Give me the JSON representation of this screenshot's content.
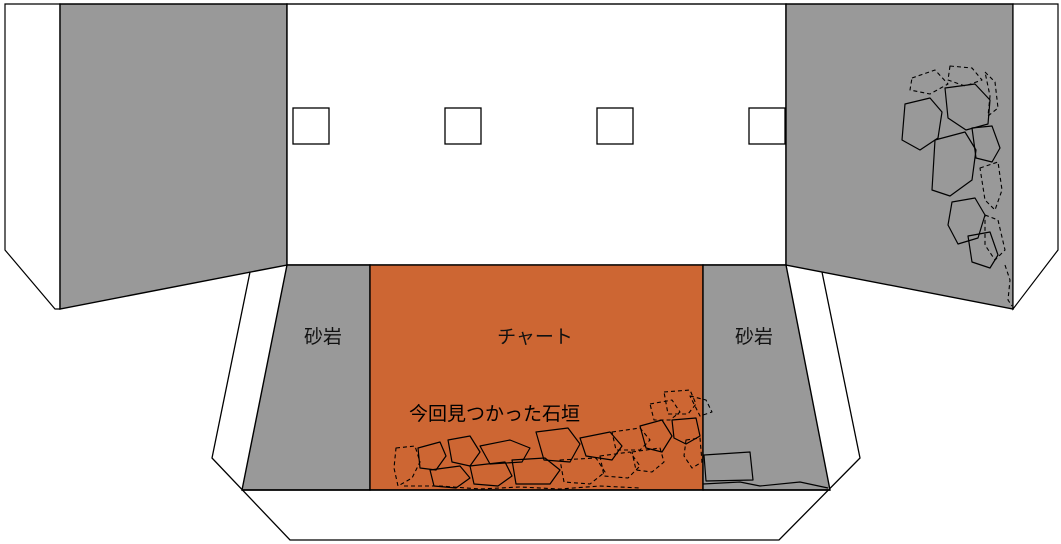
{
  "labels": {
    "sandstone_left": "砂岩",
    "chert": "チャート",
    "sandstone_right": "砂岩",
    "found_wall": "今回見つかった石垣"
  },
  "colors": {
    "wall_gray": "#999999",
    "chert_orange": "#cd6633",
    "outline": "#000000",
    "background": "#ffffff"
  }
}
